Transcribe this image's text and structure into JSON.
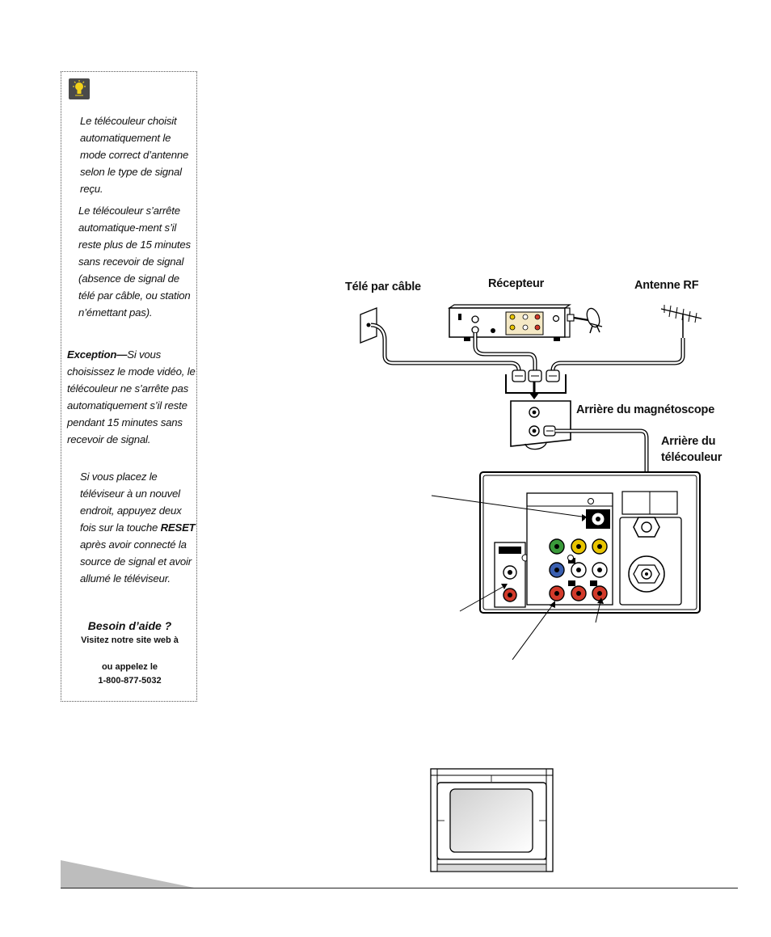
{
  "sidebar": {
    "tip_auto_mode": "Le télécouleur choisit automatiquement le mode correct d’antenne selon le type de signal reçu.",
    "tip_auto_off": "Le télécouleur s’arrête automatique-ment s’il reste plus de 15 minutes sans recevoir de signal (absence de signal de télé par câble, ou station n’émettant pas).",
    "exception_title": "Exception—",
    "exception_text": "Si vous choisissez le mode vidéo, le télécouleur ne s’arrête pas automatiquement s’il reste pendant 15 minutes sans recevoir de signal.",
    "reset_pre": "Si vous placez le téléviseur à un nouvel endroit, appuyez deux fois sur la touche ",
    "reset_key": "RESET",
    "reset_post": " après avoir connecté la source de signal et avoir allumé le téléviseur.",
    "help_title": "Besoin d’aide ?",
    "help_website": "Visitez notre site web à",
    "help_call": "ou appelez le",
    "help_phone": "1-800-877-5032",
    "icon": "lightbulb-icon"
  },
  "diagram": {
    "cable_tv": "Télé par câble",
    "receiver": "Récepteur",
    "rf_antenna": "Antenne RF",
    "vcr_back": "Arrière du magnétoscope",
    "tv_back_line1": "Arrière du",
    "tv_back_line2": "télécouleur"
  },
  "colors": {
    "green": "#3a9a3a",
    "yellow": "#e8c400",
    "blue": "#3a5fb0",
    "red": "#d23a2a",
    "footer_tab": "#bdbdbd"
  }
}
